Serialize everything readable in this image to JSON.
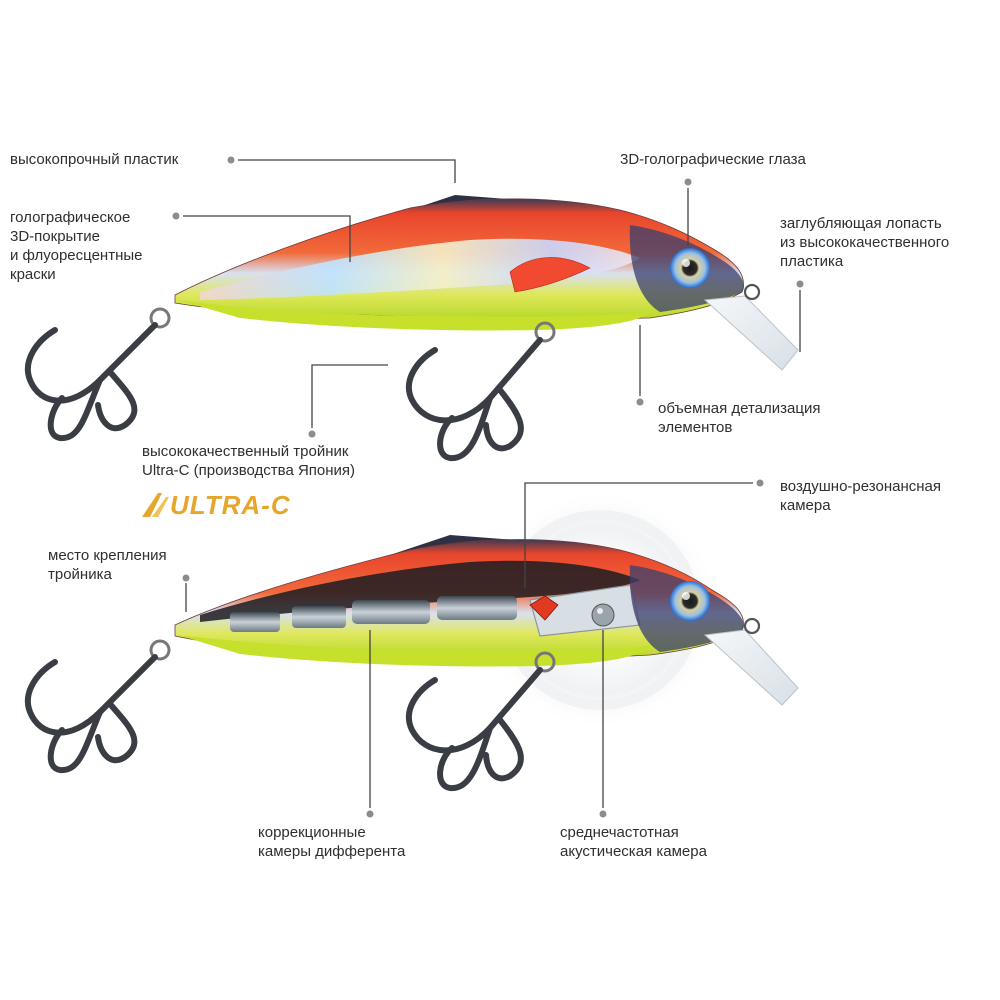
{
  "labels": {
    "plastic": "высокопрочный пластик",
    "holo": "голографическое\n3D-покрытие\nи флуоресцентные\nкраски",
    "eyes": "3D-голографические глаза",
    "lip": "заглубляющая лопасть\nиз высококачественного\nпластика",
    "detail": "объемная детализация\nэлементов",
    "hook": "высококачественный тройник\nUltra-C (производства Япония)",
    "air_chamber": "воздушно-резонансная\nкамера",
    "attach": "место крепления\nтройника",
    "trim": "коррекционные\nкамеры дифферента",
    "acoustic": "среднечастотная\nакустическая камера"
  },
  "logo": {
    "text": "ULTRA-C",
    "color": "#e6a62c"
  },
  "colors": {
    "body_red": "#e8452c",
    "body_orange": "#f26a3a",
    "belly_yellow": "#c8e62e",
    "back_dark": "#4a4a6a",
    "eye_blue": "#1f6fd8",
    "lip_clear": "#e8eef2",
    "hook_steel": "#3a3d44",
    "chamber_silver": "#b7c2cc"
  }
}
